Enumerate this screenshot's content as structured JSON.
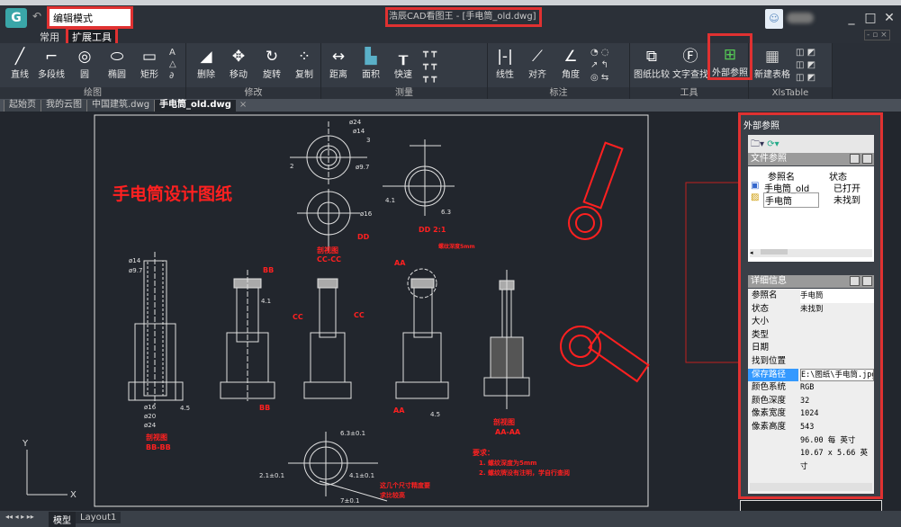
{
  "app": {
    "logo": "G",
    "mode": "编辑模式",
    "title": "浩辰CAD看图王 - [手电筒_old.dwg]",
    "back_icon": "undo-arrow",
    "window_controls": [
      "_",
      "□",
      "✕"
    ]
  },
  "ribbon_tabs": [
    "常用",
    "扩展工具"
  ],
  "ribbon": {
    "groups": [
      {
        "label": "绘图",
        "tools": [
          "直线",
          "多段线",
          "圆",
          "椭圆",
          "矩形"
        ]
      },
      {
        "label": "修改",
        "tools": [
          "删除",
          "移动",
          "旋转",
          "复制"
        ]
      },
      {
        "label": "测量",
        "tools": [
          "距离",
          "面积",
          "快速"
        ]
      },
      {
        "label": "标注",
        "tools": [
          "线性",
          "对齐",
          "角度"
        ]
      },
      {
        "label": "工具",
        "tools": [
          "图纸比较",
          "文字查找",
          "外部参照"
        ]
      },
      {
        "label": "XlsTable",
        "tools": [
          "新建表格"
        ]
      }
    ]
  },
  "doc_tabs": [
    "起始页",
    "我的云图",
    "中国建筑.dwg",
    "手电筒_old.dwg"
  ],
  "drawing": {
    "title": "手电筒设计图纸",
    "dims": [
      "ø24",
      "ø14",
      "ø9.7",
      "3",
      "2",
      "ø16",
      "4.1",
      "6.3",
      "DD 2:1",
      "DD",
      "剖视图",
      "CC-CC",
      "ø14",
      "ø9.7",
      "BB",
      "4.1",
      "CC",
      "CC",
      "AA",
      "螺纹深度5mm",
      "ø16",
      "ø20",
      "ø24",
      "4.5",
      "BB",
      "AA",
      "4.5",
      "剖视图",
      "AA-AA",
      "剖视图",
      "BB-BB",
      "6.3±0.1",
      "2.1±0.1",
      "4.1±0.1",
      "7±0.1",
      "这几个尺寸精度要",
      "求比较高"
    ],
    "notes_title": "要求：",
    "notes": [
      "1. 螺纹深度为5mm",
      "2. 螺纹牌没有注明，学自行查阅"
    ]
  },
  "xref_panel": {
    "title": "外部参照",
    "file_refs_header": "文件参照",
    "columns": [
      "参照名",
      "状态"
    ],
    "refs": [
      {
        "name": "手电筒_old",
        "status": "已打开"
      },
      {
        "name": "手电筒",
        "status": "未找到"
      }
    ],
    "details_header": "详细信息",
    "details": [
      {
        "k": "参照名",
        "v": "手电筒"
      },
      {
        "k": "状态",
        "v": "未找到"
      },
      {
        "k": "大小",
        "v": ""
      },
      {
        "k": "类型",
        "v": ""
      },
      {
        "k": "日期",
        "v": ""
      },
      {
        "k": "找到位置",
        "v": ""
      },
      {
        "k": "保存路径",
        "v": "E:\\图纸\\手电筒.jpg"
      },
      {
        "k": "颜色系统",
        "v": "RGB"
      },
      {
        "k": "颜色深度",
        "v": "32"
      },
      {
        "k": "像素宽度",
        "v": "1024"
      },
      {
        "k": "像素高度",
        "v": "543"
      },
      {
        "k": "",
        "v": "96.00 每 英寸"
      },
      {
        "k": "",
        "v": "10.67 x 5.66 英寸"
      }
    ]
  },
  "status": {
    "layout_tabs": [
      "模型",
      "Layout1"
    ]
  },
  "colors": {
    "highlight": "#e03131",
    "canvas": "#22262d",
    "drawing_red": "#ff2020",
    "selected_row": "#3399ff"
  }
}
